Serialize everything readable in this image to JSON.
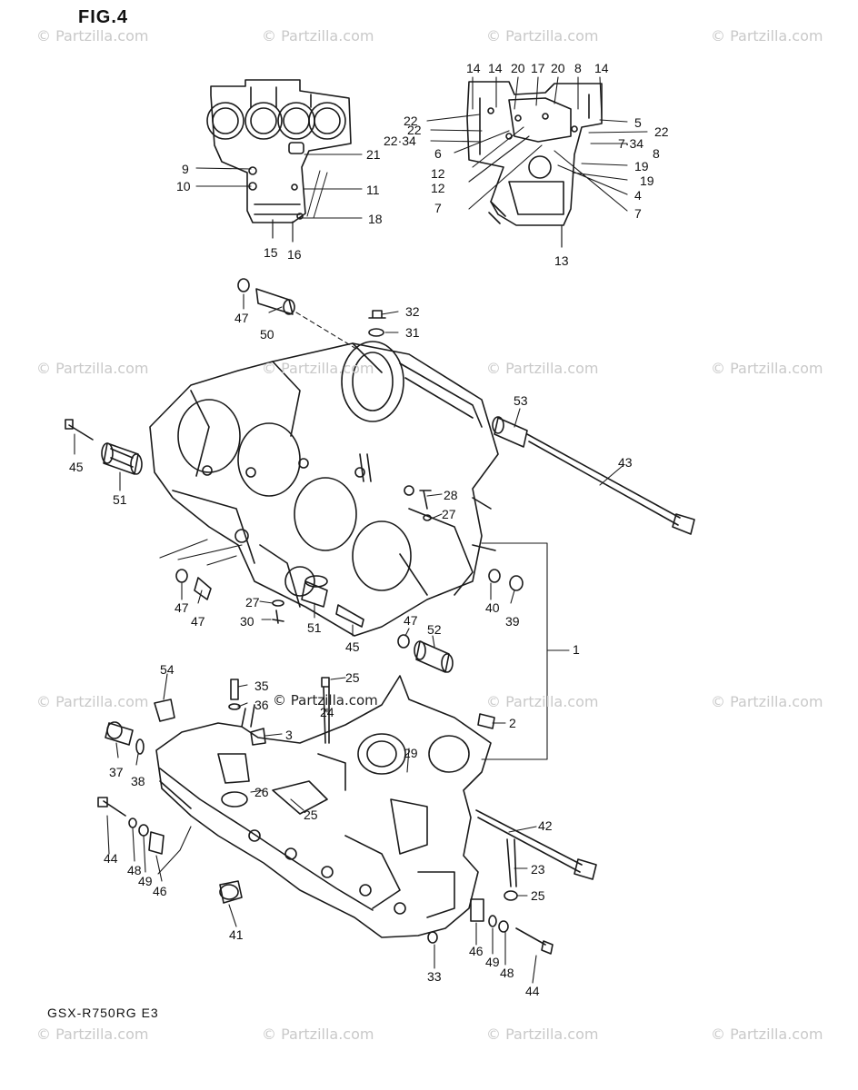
{
  "figure_title": "FIG.4",
  "model_code": "GSX-R750RG  E3",
  "watermark_text": "© Partzilla.com",
  "center_watermark_text": "© Partzilla.com",
  "callouts": {
    "c14a": "14",
    "c14b": "14",
    "c20a": "20",
    "c17": "17",
    "c20b": "20",
    "c8a": "8",
    "c14c": "14",
    "c22a": "22",
    "c22b": "22",
    "c2234": "22·34",
    "c6a": "6",
    "c12a": "12",
    "c12b": "12",
    "c7a": "7",
    "c5": "5",
    "c22c": "22",
    "c734": "7·34",
    "c8b": "8",
    "c19a": "19",
    "c19b": "19",
    "c4": "4",
    "c7b": "7",
    "c13": "13",
    "c9": "9",
    "c10": "10",
    "c21": "21",
    "c11": "11",
    "c18": "18",
    "c15": "15",
    "c16": "16",
    "c47a": "47",
    "c50": "50",
    "c32": "32",
    "c31": "31",
    "c53": "53",
    "c43": "43",
    "c45a": "45",
    "c51a": "51",
    "c28": "28",
    "c27a": "27",
    "c47b": "47",
    "c47c": "47",
    "c27b": "27",
    "c30": "30",
    "c51b": "51",
    "c45b": "45",
    "c40": "40",
    "c39": "39",
    "c47d": "47",
    "c52": "52",
    "c1": "1",
    "c54": "54",
    "c35": "35",
    "c36": "36",
    "c25a": "25",
    "c24": "24",
    "c2": "2",
    "c3": "3",
    "c37": "37",
    "c38": "38",
    "c29": "29",
    "c26": "26",
    "c25b": "25",
    "c42": "42",
    "c44a": "44",
    "c48a": "48",
    "c49a": "49",
    "c46a": "46",
    "c23": "23",
    "c25c": "25",
    "c41": "41",
    "c46b": "46",
    "c49b": "49",
    "c48b": "48",
    "c44b": "44",
    "c33": "33"
  }
}
